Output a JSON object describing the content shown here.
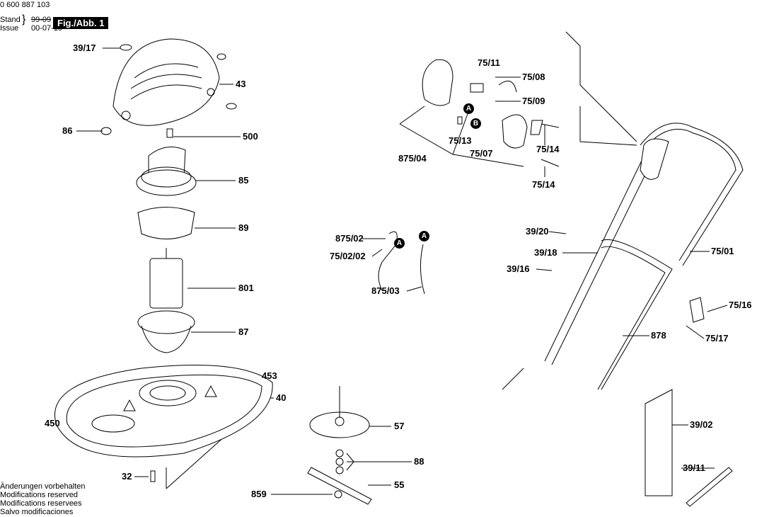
{
  "header": {
    "part_number": "0 600 887 103",
    "stand_label": "Stand",
    "issue_label": "Issue",
    "old_date": "99-09",
    "issue_date": "00-07-15",
    "figure": "Fig./Abb. 1"
  },
  "notes": [
    "Änderungen vorbehalten",
    "Modifications reserved",
    "Modifications reservees",
    "Salvo modificaciones"
  ],
  "callouts": {
    "a": "A",
    "b": "B"
  },
  "labels": [
    "39/17",
    "43",
    "86",
    "500",
    "85",
    "89",
    "801",
    "87",
    "453",
    "40",
    "450",
    "32",
    "859",
    "57",
    "88",
    "55",
    "875/02",
    "75/02/02",
    "875/03",
    "75/11",
    "75/08",
    "75/09",
    "75/13",
    "75/07",
    "875/04",
    "75/14",
    "75/14",
    "39/20",
    "39/18",
    "39/16",
    "75/01",
    "75/16",
    "75/17",
    "878",
    "39/02",
    "39/11"
  ]
}
